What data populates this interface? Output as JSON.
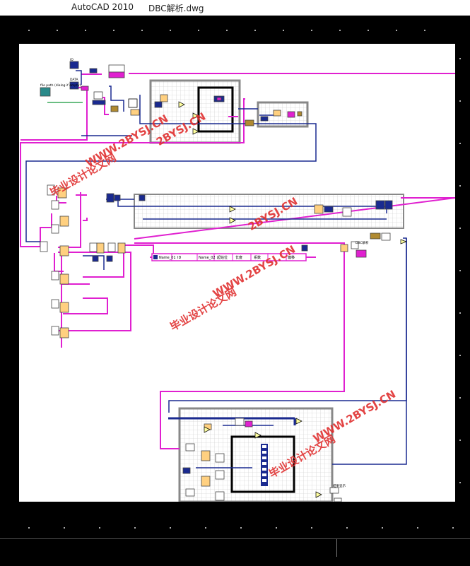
{
  "window": {
    "app_title": "AutoCAD 2010",
    "document_title": "DBC解析.dwg"
  },
  "diagram_labels": {
    "id": "ID",
    "data": "DATA",
    "file_path": "file path (dialog if empty)",
    "dbc_label": "DBC解析",
    "result_label": "结果显示",
    "bundle_fields": [
      "Name_01",
      "ID",
      "Name_02",
      "起始位",
      "长度",
      "系数",
      "偏移"
    ]
  },
  "watermark": {
    "text_cn": "毕业设计论文网",
    "text_url": "WWW.2BYSJ.CN",
    "text_url_lower": "2BYSJ.CN"
  },
  "colors": {
    "background": "#000000",
    "sheet": "#ffffff",
    "wire_pink": "#e020d0",
    "wire_blue": "#1a2a90",
    "watermark": "#e03030"
  }
}
